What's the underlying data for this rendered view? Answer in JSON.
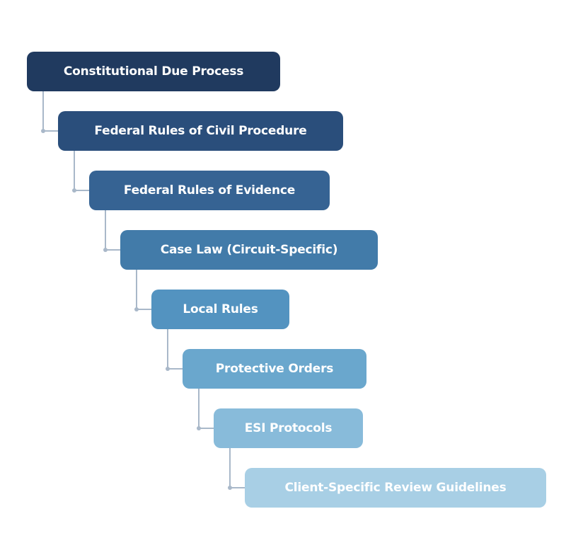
{
  "diagram": {
    "title": "Hierarchy of discovery review authorities",
    "levels": [
      {
        "label": "Constitutional Due Process",
        "color": "#203a5f"
      },
      {
        "label": "Federal Rules of Civil Procedure",
        "color": "#2a4e7b"
      },
      {
        "label": "Federal Rules of Evidence",
        "color": "#366393"
      },
      {
        "label": "Case Law (Circuit-Specific)",
        "color": "#427ba9"
      },
      {
        "label": "Local Rules",
        "color": "#5393c0"
      },
      {
        "label": "Protective Orders",
        "color": "#6aa7cd"
      },
      {
        "label": "ESI Protocols",
        "color": "#88bbda"
      },
      {
        "label": "Client-Specific Review Guidelines",
        "color": "#a8cfe5"
      }
    ],
    "connector_color": "#a9b8c9"
  }
}
